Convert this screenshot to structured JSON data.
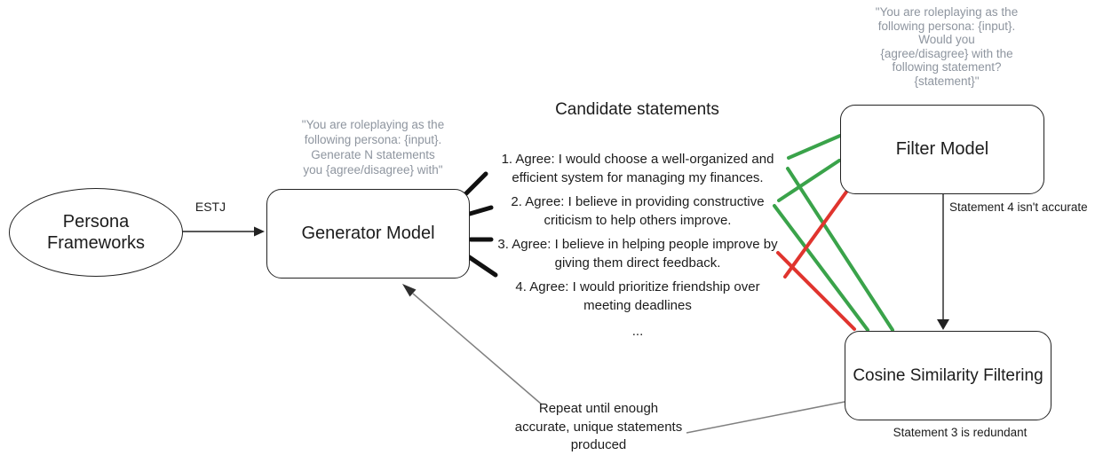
{
  "nodes": {
    "persona": {
      "line1": "Persona",
      "line2": "Frameworks"
    },
    "generator": {
      "label": "Generator Model"
    },
    "filter": {
      "label": "Filter Model"
    },
    "cosine": {
      "label": "Cosine Similarity Filtering"
    }
  },
  "prompts": {
    "generator_lines": [
      "\"You are roleplaying as the",
      "following persona: {input}.",
      "Generate N statements",
      "you {agree/disagree} with\""
    ],
    "filter_lines": [
      "\"You are roleplaying as the",
      "following persona: {input}.",
      "Would you",
      "{agree/disagree} with the",
      "following statement?",
      "{statement}\""
    ]
  },
  "candidates": {
    "title": "Candidate statements",
    "items": [
      {
        "line1": "1. Agree: I would choose a well-organized and",
        "line2": "efficient system for managing my finances."
      },
      {
        "line1": "2. Agree: I believe in providing constructive",
        "line2": "criticism to help others improve."
      },
      {
        "line1": "3. Agree: I believe in helping people improve by",
        "line2": "giving them direct feedback."
      },
      {
        "line1": "4. Agree: I would prioritize friendship over",
        "line2": "meeting deadlines"
      }
    ],
    "ellipsis": "..."
  },
  "labels": {
    "estj": "ESTJ",
    "filter_verdict": "Statement 4 isn't accurate",
    "cosine_verdict": "Statement 3 is redundant",
    "repeat_line1": "Repeat until enough",
    "repeat_line2": "accurate, unique statements",
    "repeat_line3": "produced"
  },
  "colors": {
    "accept_green": "#3aa34a",
    "reject_red": "#e0342e",
    "prompt_gray": "#8e959f"
  }
}
